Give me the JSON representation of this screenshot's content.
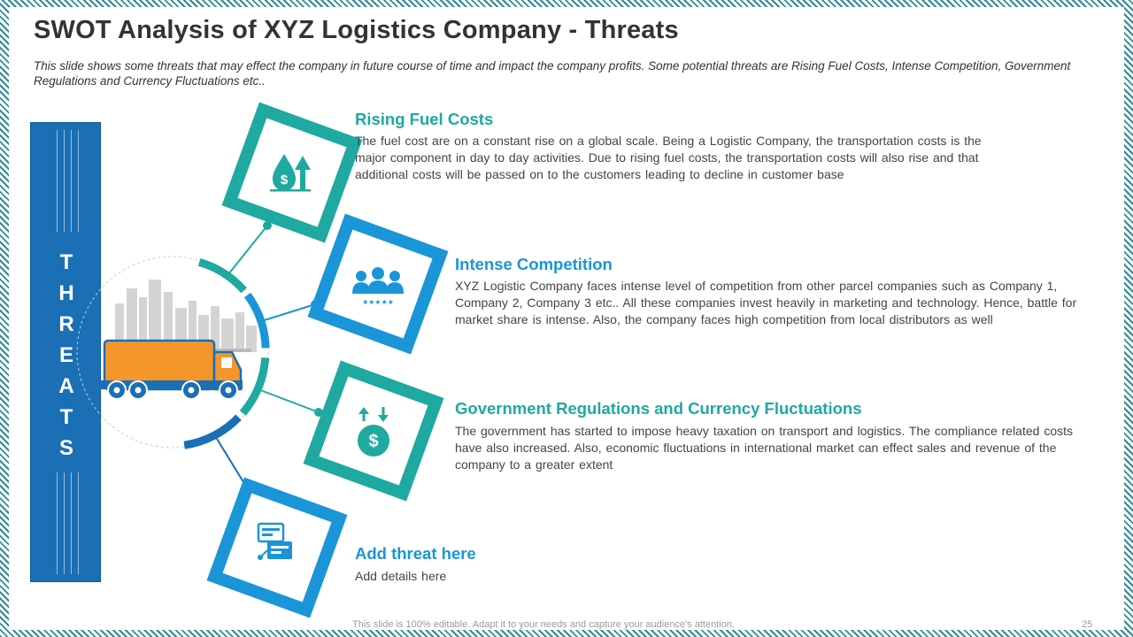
{
  "header": {
    "title": "SWOT Analysis of XYZ Logistics Company - Threats",
    "subtitle": "This slide shows some threats that may effect the company in future course of time and impact the company profits. Some potential threats are Rising Fuel Costs, Intense Competition, Government Regulations and Currency Fluctuations etc.."
  },
  "sidebar": {
    "letters": [
      "T",
      "H",
      "R",
      "E",
      "A",
      "T",
      "S"
    ]
  },
  "threats": [
    {
      "title": "Rising Fuel Costs",
      "body": "The fuel cost are on a constant rise on a global scale. Being a Logistic Company, the transportation costs is the major component in day to day activities. Due to rising fuel costs, the transportation costs will also rise and that additional costs will be passed on to the customers leading to decline in customer base",
      "icon": "fuel-price-rise-icon"
    },
    {
      "title": "Intense Competition",
      "body": "XYZ Logistic Company faces intense level of competition from other parcel companies such as Company 1, Company 2, Company 3 etc.. All these companies invest heavily in marketing and technology. Hence, battle for market share is intense. Also, the company faces high competition from local distributors as well",
      "icon": "competitors-rating-icon"
    },
    {
      "title": "Government Regulations and Currency Fluctuations",
      "body": "The government has started to impose heavy taxation on transport and logistics. The compliance related costs have also increased. Also, economic fluctuations in international market can effect sales and revenue of the company to a greater extent",
      "icon": "currency-exchange-icon"
    },
    {
      "title": "Add threat here",
      "body": "Add details here",
      "icon": "device-network-icon"
    }
  ],
  "footer": {
    "note": "This slide is 100% editable. Adapt it to your needs and capture your audience's attention.",
    "page_number": "25"
  },
  "colors": {
    "teal": "#1fa9a0",
    "blue": "#1a95d8",
    "dark_blue": "#1a6fb5",
    "truck_orange": "#f5962a"
  }
}
